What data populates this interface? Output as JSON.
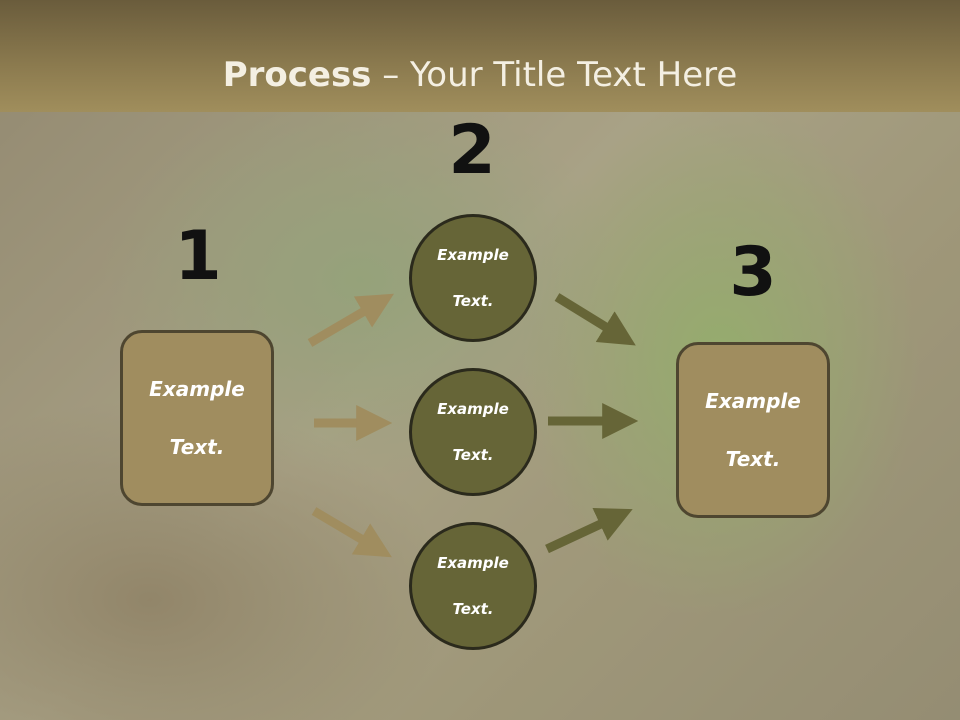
{
  "title": {
    "bold": "Process",
    "rest": " – Your Title Text Here"
  },
  "steps": {
    "one": "1",
    "two": "2",
    "three": "3"
  },
  "left_box": {
    "line1": "Example",
    "line2": "Text."
  },
  "right_box": {
    "line1": "Example",
    "line2": "Text."
  },
  "circles": [
    {
      "line1": "Example",
      "line2": "Text."
    },
    {
      "line1": "Example",
      "line2": "Text."
    },
    {
      "line1": "Example",
      "line2": "Text."
    }
  ],
  "colors": {
    "title_bar": "#8c7b4f",
    "box_fill": "#a08d5f",
    "circle_fill": "#666537",
    "left_arrows": "#a08d5f",
    "right_arrows": "#666537"
  }
}
